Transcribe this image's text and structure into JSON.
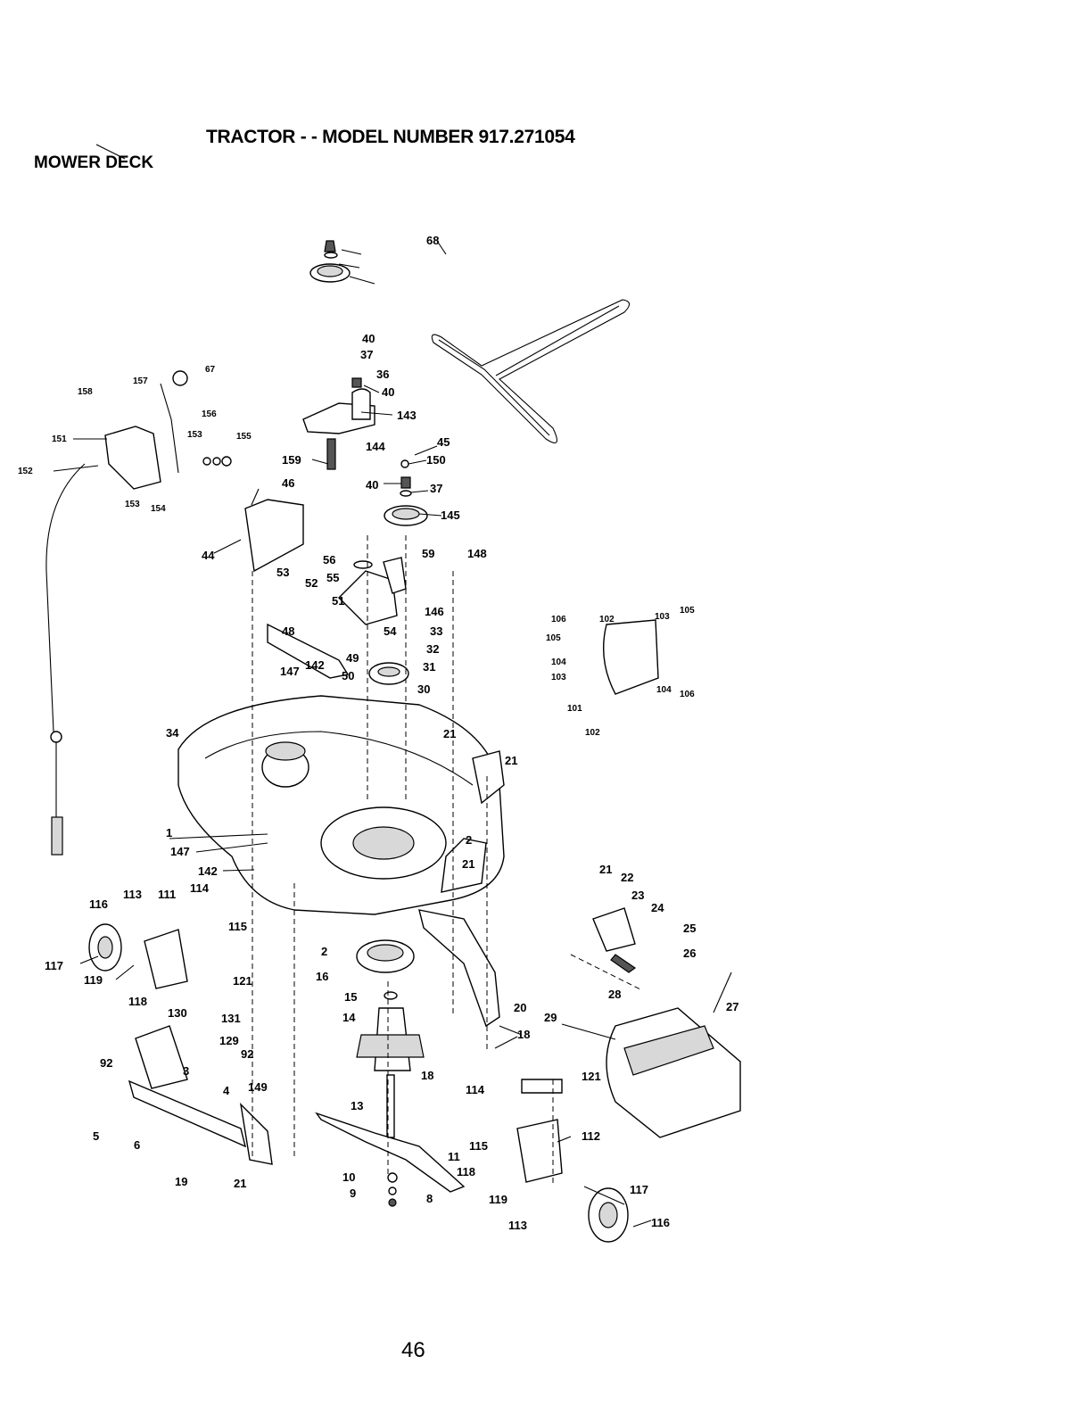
{
  "header": {
    "title": "TRACTOR - - MODEL NUMBER 917.271054",
    "section": "MOWER DECK"
  },
  "footer": {
    "page_number": "46"
  },
  "callouts": {
    "c40a": "40",
    "c37a": "37",
    "c36": "36",
    "c40b": "40",
    "c143": "143",
    "c144": "144",
    "c159": "159",
    "c68": "68",
    "c45": "45",
    "c150": "150",
    "c40c": "40",
    "c37b": "37",
    "c145": "145",
    "c157": "157",
    "c67": "67",
    "c158": "158",
    "c156": "156",
    "c151": "151",
    "c153a": "153",
    "c155": "155",
    "c152": "152",
    "c153b": "153",
    "c154": "154",
    "c46": "46",
    "c44": "44",
    "c56": "56",
    "c59": "59",
    "c148": "148",
    "c53": "53",
    "c52": "52",
    "c55": "55",
    "c51": "51",
    "c146": "146",
    "c48": "48",
    "c54": "54",
    "c33": "33",
    "c32": "32",
    "c31": "31",
    "c49": "49",
    "c142a": "142",
    "c50": "50",
    "c147a": "147",
    "c30": "30",
    "c34": "34",
    "c21a": "21",
    "c21b": "21",
    "c1": "1",
    "c147b": "147",
    "c2a": "2",
    "c21c": "21",
    "c142b": "142",
    "c106a": "106",
    "c102a": "102",
    "c103a": "103",
    "c105a": "105",
    "c105b": "105",
    "c104a": "104",
    "c103b": "103",
    "c104b": "104",
    "c106b": "106",
    "c101": "101",
    "c102b": "102",
    "c116a": "116",
    "c113a": "113",
    "c111": "111",
    "c114a": "114",
    "c115a": "115",
    "c117a": "117",
    "c119a": "119",
    "c121a": "121",
    "c118a": "118",
    "c130": "130",
    "c131": "131",
    "c129": "129",
    "c92a": "92",
    "c92b": "92",
    "c3": "3",
    "c4": "4",
    "c149": "149",
    "c5": "5",
    "c6": "6",
    "c19": "19",
    "c21d": "21",
    "c2b": "2",
    "c16": "16",
    "c15": "15",
    "c14": "14",
    "c20": "20",
    "c18a": "18",
    "c18b": "18",
    "c13": "13",
    "c11": "11",
    "c10": "10",
    "c9": "9",
    "c8": "8",
    "c21e": "21",
    "c22": "22",
    "c23": "23",
    "c24": "24",
    "c25": "25",
    "c26": "26",
    "c28": "28",
    "c29": "29",
    "c27": "27",
    "c114b": "114",
    "c121b": "121",
    "c115b": "115",
    "c112": "112",
    "c118b": "118",
    "c117b": "117",
    "c119b": "119",
    "c113b": "113",
    "c116b": "116"
  }
}
